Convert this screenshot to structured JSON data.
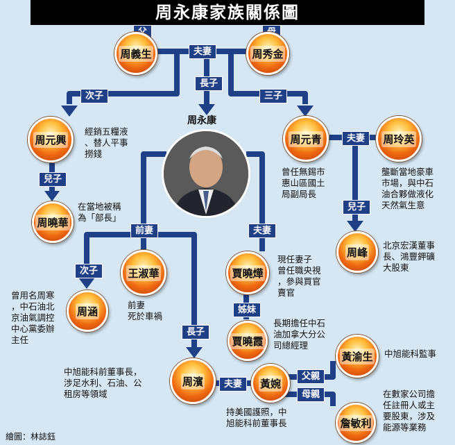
{
  "title": "周永康家族關係圖",
  "credit": "繪圖：林誌鈺",
  "center": {
    "name": "周永康"
  },
  "persons": {
    "father": "周義生",
    "mother": "周秀金",
    "yuanxing": "周元興",
    "xiaohua": "周曉華",
    "yuanqing": "周元青",
    "lingying": "周玲英",
    "feng": "周峰",
    "shuhua": "王淑華",
    "han": "周涵",
    "xiaoye": "賈曉燁",
    "xiaoxia": "賈曉霞",
    "bin": "周濱",
    "huangwan": "黃婉",
    "yusheng": "黃渝生",
    "minli": "詹敏利"
  },
  "tags": {
    "father": "父",
    "mother": "母",
    "parents_couple": "夫妻",
    "eldest_son": "長子",
    "second_son": "次子",
    "third_son": "三子",
    "yuanxing_son": "兒子",
    "yuanqing_couple": "夫妻",
    "yuanqing_son": "兒子",
    "ex_wife": "前妻",
    "wife": "夫妻",
    "han_second_son": "次子",
    "sister": "姊妹",
    "bin_eldest_son": "長子",
    "bin_couple": "夫妻",
    "wan_father": "父親",
    "wan_mother": "母親"
  },
  "notes": {
    "yuanxing": "經銷五糧液\n、替人平事\n撈錢",
    "xiaohua": "在當地被稱\n為「部長」",
    "yuanqing": "曾任無錫市\n惠山區國土\n局副局長",
    "lingying": "壟斷當地豪車\n市場，與中石\n油合夥做液化\n天然氣生意",
    "feng": "北京宏漢董事\n長、鴻豐鉀礦\n大股東",
    "xiaoye": "現任妻子\n曾任職央視\n，參與買官\n賣官",
    "shuhua": "前妻\n死於車禍",
    "han": "曾用名周寒\n，中石油北\n京油氣調控\n中心黨委辦\n主任",
    "xiaoxia": "長期擔任中石\n油加拿大分公\n司總經理",
    "yusheng": "中旭能科監事",
    "bin": "中旭能科前董事長，\n涉足水利、石油、公\n租房等領域",
    "huangwan": "持美國護照，中\n旭能科前董事長",
    "minli": "在數家公司擔\n任註冊人或主\n要股東，涉及\n能源等業務"
  },
  "colors": {
    "line": "#1f3f86",
    "tag": "#1f3f86",
    "background": "#d6e6f2",
    "title_bg": "#000000"
  }
}
